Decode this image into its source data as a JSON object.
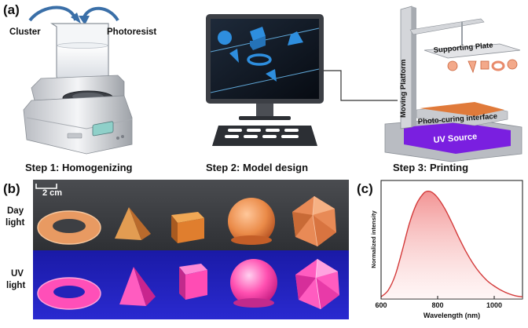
{
  "panel_labels": {
    "a": "(a)",
    "b": "(b)",
    "c": "(c)"
  },
  "step1": {
    "title": "Step 1: Homogenizing",
    "cluster_label": "Cluster",
    "photoresist_label": "Photoresist"
  },
  "step2": {
    "title": "Step 2: Model design"
  },
  "step3": {
    "title": "Step 3: Printing",
    "moving_platform": "Moving Platform",
    "supporting_plate": "Supporting Plate",
    "photo_curing": "Photo-curing interface",
    "uv_source": "UV Source"
  },
  "photos": {
    "scale_bar": "2 cm",
    "day_label_1": "Day",
    "day_label_2": "light",
    "uv_label_1": "UV",
    "uv_label_2": "light",
    "shapes": [
      "torus",
      "pyramid",
      "cube",
      "sphere",
      "icosahedron"
    ]
  },
  "colors": {
    "uv_glow": "#ff3fa0",
    "day_orange": "#e88a3a",
    "uv_background": "#1b1cb8",
    "spectrum_line": "#d33a3a",
    "printer_uv": "#7a1fe0"
  },
  "chart_data": {
    "type": "area",
    "title": "",
    "xlabel": "Wavelength (nm)",
    "ylabel": "Normalized intensity",
    "xlim": [
      600,
      1100
    ],
    "ylim": [
      0,
      1.1
    ],
    "xticks": [
      600,
      800,
      1000
    ],
    "grid": false,
    "series": [
      {
        "x": [
          600,
          625,
          650,
          675,
          700,
          725,
          750,
          765,
          780,
          800,
          825,
          850,
          875,
          900,
          925,
          950,
          975,
          1000,
          1025,
          1050,
          1075,
          1100
        ],
        "values": [
          0.02,
          0.08,
          0.22,
          0.45,
          0.7,
          0.88,
          0.98,
          1.0,
          0.99,
          0.94,
          0.84,
          0.71,
          0.57,
          0.44,
          0.33,
          0.24,
          0.17,
          0.12,
          0.08,
          0.05,
          0.03,
          0.02
        ]
      }
    ]
  }
}
